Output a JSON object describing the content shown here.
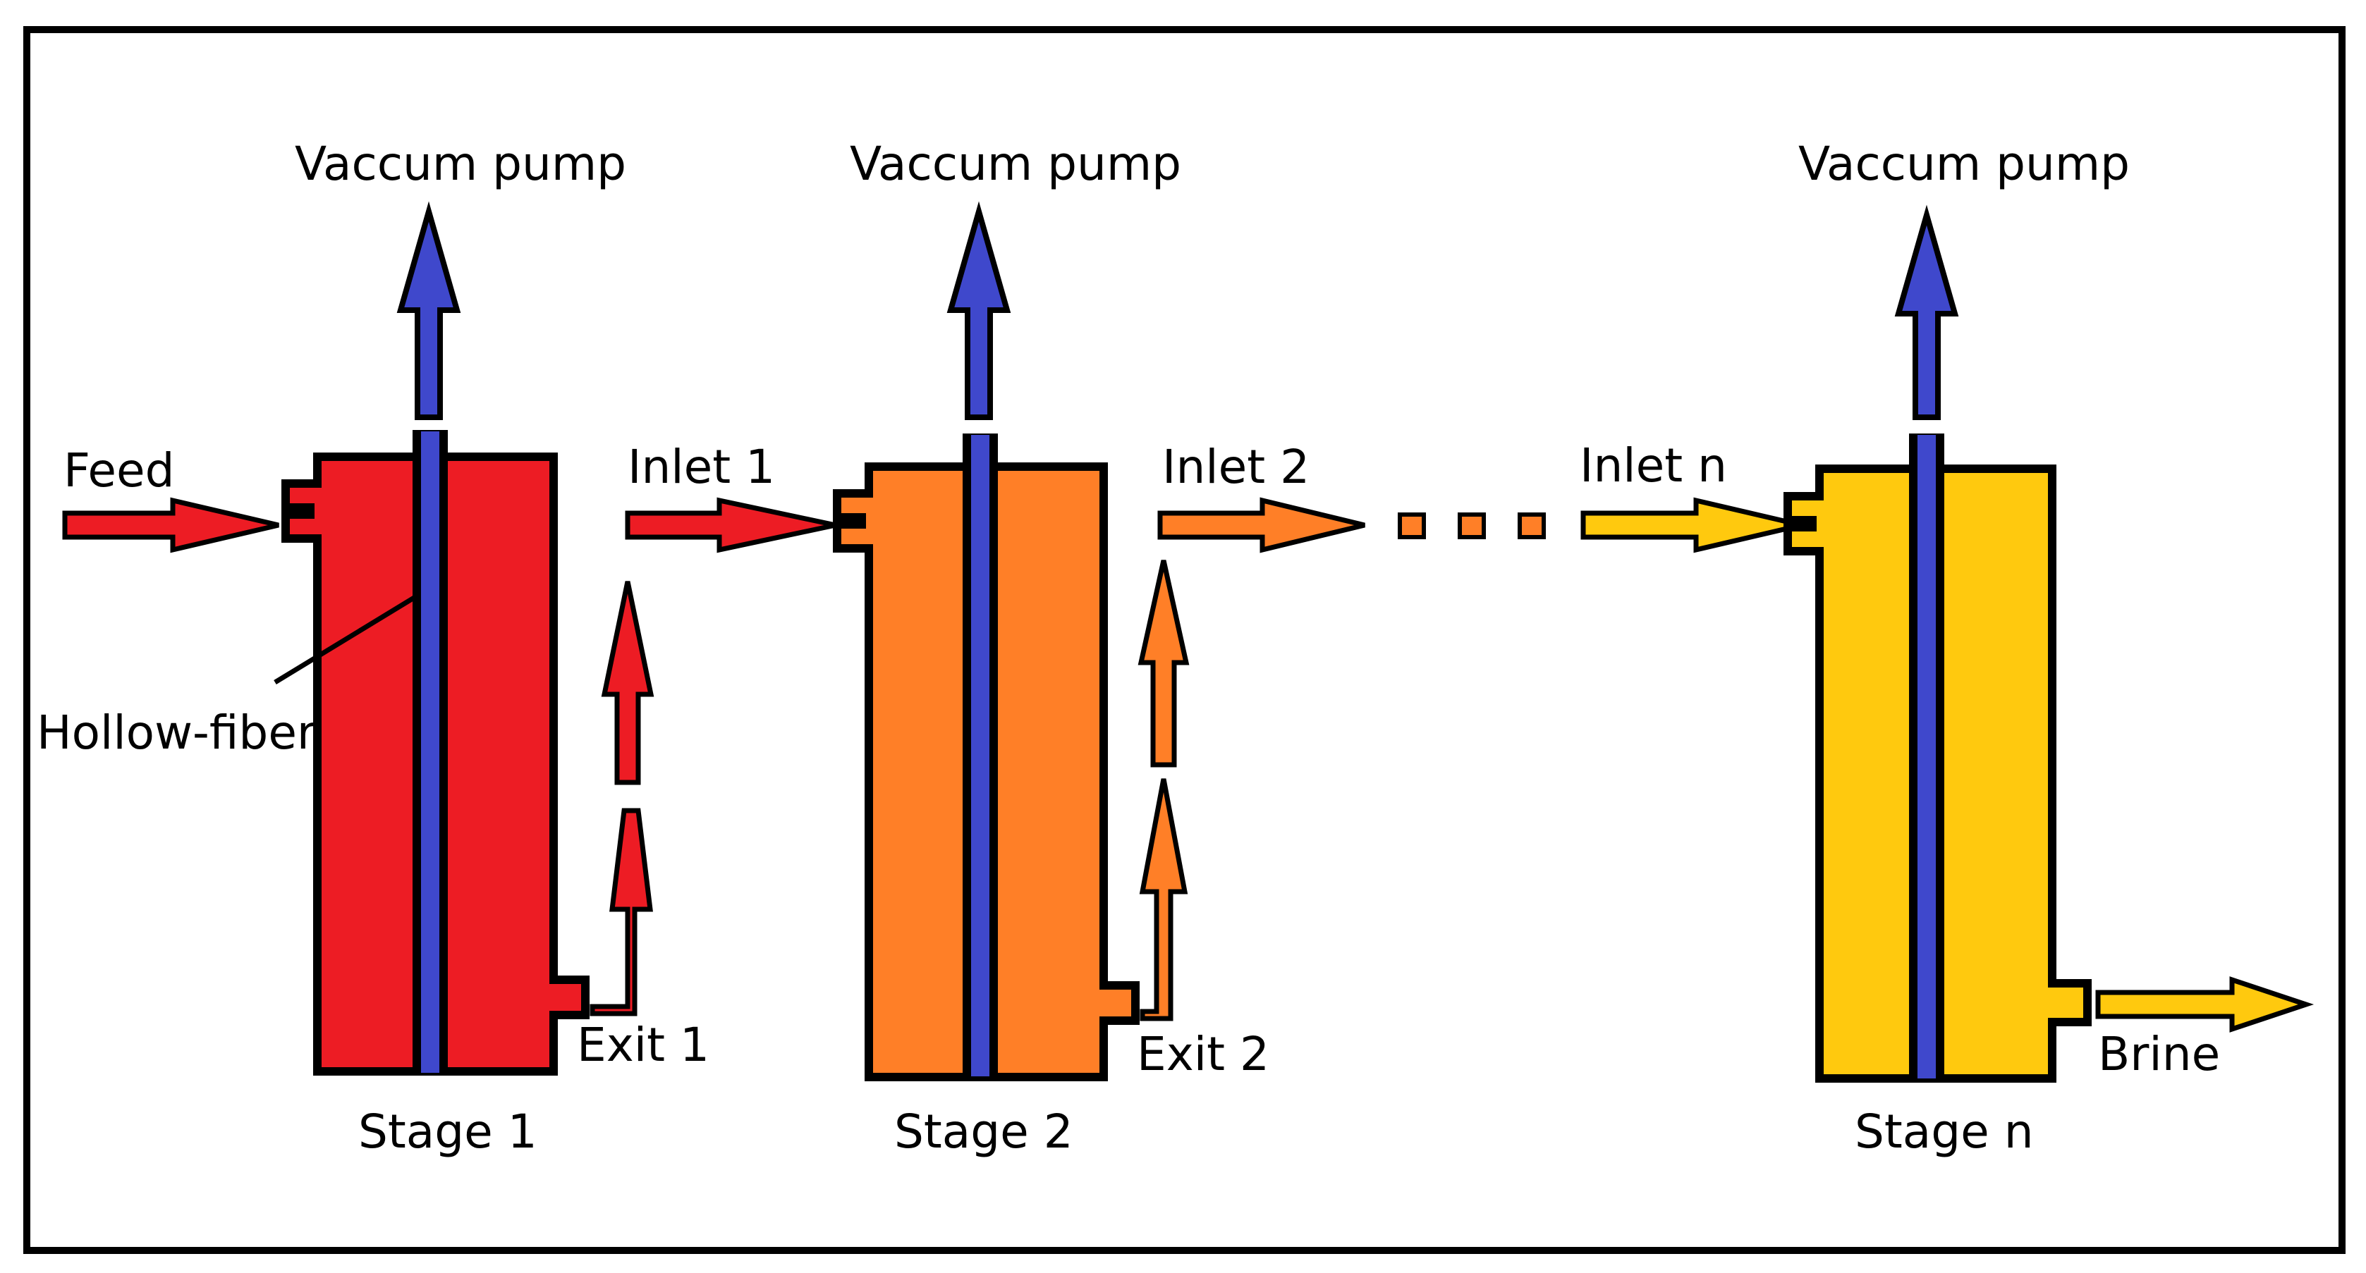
{
  "diagram": {
    "colors": {
      "stage1": "#ed1c24",
      "stage2": "#ff7f27",
      "stageN": "#ffc90e",
      "fiber": "#3f48cc",
      "outline": "#000000"
    },
    "stages": [
      {
        "label": "Stage 1",
        "pump_label": "Vaccum pump",
        "inlet_label": "Feed",
        "exit_label": "Exit 1"
      },
      {
        "label": "Stage 2",
        "pump_label": "Vaccum pump",
        "inlet_label": "Inlet 1",
        "exit_label": "Exit 2"
      },
      {
        "label": "Stage n",
        "pump_label": "Vaccum pump",
        "inlet_label": "Inlet n",
        "exit_label": "Brine"
      }
    ],
    "between_label": "Inlet 2",
    "fiber_label": "Hollow-fiber",
    "ellipsis_icon": "dotted-continuation"
  }
}
